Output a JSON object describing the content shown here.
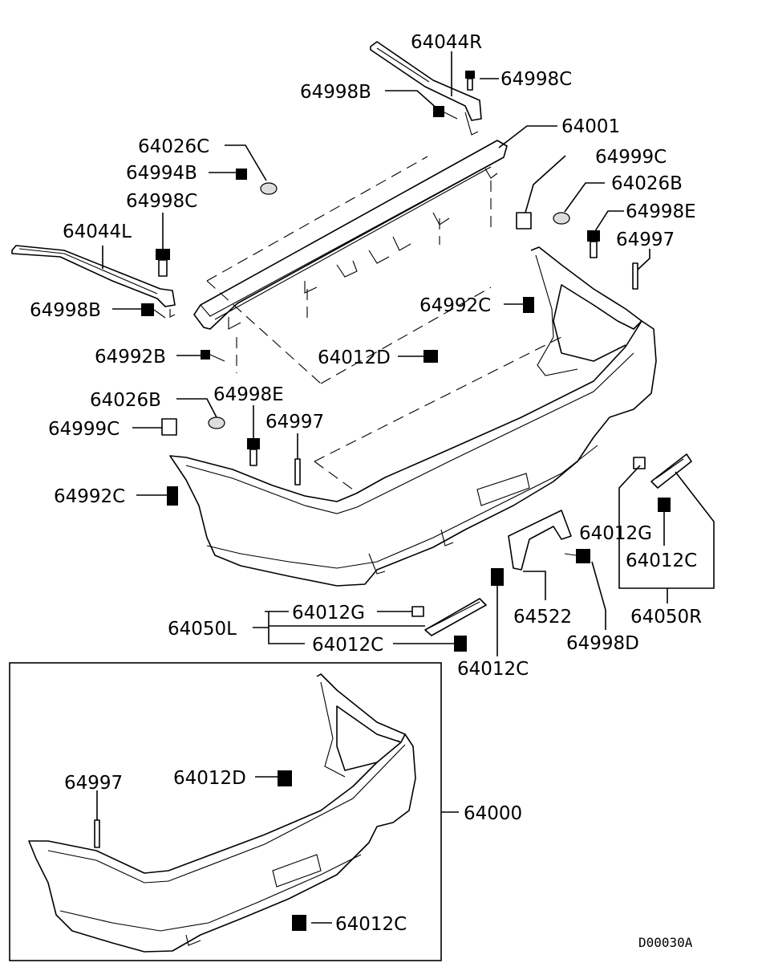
{
  "diagram_code": "D00030A",
  "callouts": {
    "p64044R": "64044R",
    "p64998C_top": "64998C",
    "p64998B_top": "64998B",
    "p64001": "64001",
    "p64026C": "64026C",
    "p64994B": "64994B",
    "p64998C_mid": "64998C",
    "p64999C_right": "64999C",
    "p64026B_right": "64026B",
    "p64998E_right": "64998E",
    "p64044L": "64044L",
    "p64997_right": "64997",
    "p64998B_left": "64998B",
    "p64992C_right": "64992C",
    "p64992B": "64992B",
    "p64012D_upper": "64012D",
    "p64026B_left": "64026B",
    "p64998E_left": "64998E",
    "p64999C_left": "64999C",
    "p64997_mid": "64997",
    "p64992C_left": "64992C",
    "p64012G_right": "64012G",
    "p64012C_right": "64012C",
    "p64050R": "64050R",
    "p64012G_left": "64012G",
    "p64522": "64522",
    "p64050L": "64050L",
    "p64012C_left": "64012C",
    "p64012C_center": "64012C",
    "p64998D": "64998D",
    "p64997_inset": "64997",
    "p64012D_inset": "64012D",
    "p64000": "64000",
    "p64012C_inset": "64012C"
  }
}
